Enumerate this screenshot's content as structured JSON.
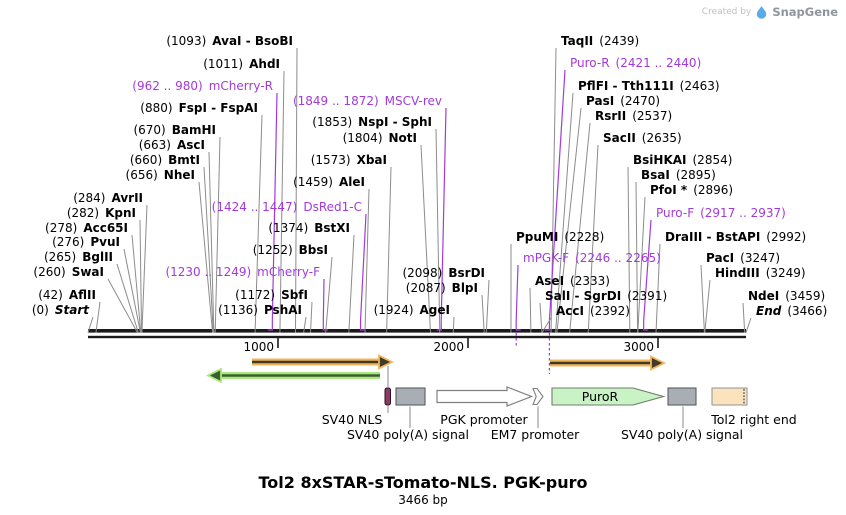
{
  "watermark": {
    "created_by": "Created by",
    "brand": "SnapGene"
  },
  "map": {
    "title": "Tol2 8xSTAR-sTomato-NLS. PGK-puro",
    "length_label": "3466 bp",
    "length_bp": 3466
  },
  "axis": {
    "ticks": [
      "1000",
      "2000",
      "3000"
    ]
  },
  "colors": {
    "primer_purple": "#a23ad8",
    "leader_gray": "#8c8c8c",
    "axis_black": "#1b1b1b",
    "orf_orange": "#f1b65c",
    "orf_green": "#aae77f",
    "puror_green": "#c9f3c5",
    "polya_gray": "#a9adb4",
    "tol2_tan": "#fce3bd",
    "nls_maroon": "#8c3c63"
  },
  "sites": [
    {
      "pos": "(1093)",
      "name": "AvaI - BsoBI",
      "bp": 1093,
      "kind": "enzyme",
      "side": "L"
    },
    {
      "pos": "(1011)",
      "name": "AhdI",
      "bp": 1011,
      "kind": "enzyme",
      "side": "L"
    },
    {
      "pos": "(962 .. 980)",
      "name": "mCherry-R",
      "start": 962,
      "end": 980,
      "kind": "primer",
      "side": "L"
    },
    {
      "pos": "(880)",
      "name": "FspI - FspAI",
      "bp": 880,
      "kind": "enzyme",
      "side": "L"
    },
    {
      "pos": "(670)",
      "name": "BamHI",
      "bp": 670,
      "kind": "enzyme",
      "side": "L"
    },
    {
      "pos": "(663)",
      "name": "AscI",
      "bp": 663,
      "kind": "enzyme",
      "side": "L"
    },
    {
      "pos": "(660)",
      "name": "BmtI",
      "bp": 660,
      "kind": "enzyme",
      "side": "L"
    },
    {
      "pos": "(656)",
      "name": "NheI",
      "bp": 656,
      "kind": "enzyme",
      "side": "L"
    },
    {
      "pos": "(284)",
      "name": "AvrII",
      "bp": 284,
      "kind": "enzyme",
      "side": "L"
    },
    {
      "pos": "(282)",
      "name": "KpnI",
      "bp": 282,
      "kind": "enzyme",
      "side": "L"
    },
    {
      "pos": "(278)",
      "name": "Acc65I",
      "bp": 278,
      "kind": "enzyme",
      "side": "L"
    },
    {
      "pos": "(276)",
      "name": "PvuI",
      "bp": 276,
      "kind": "enzyme",
      "side": "L"
    },
    {
      "pos": "(265)",
      "name": "BglII",
      "bp": 265,
      "kind": "enzyme",
      "side": "L"
    },
    {
      "pos": "(260)",
      "name": "SwaI",
      "bp": 260,
      "kind": "enzyme",
      "side": "L"
    },
    {
      "pos": "(42)",
      "name": "AflII",
      "bp": 42,
      "kind": "enzyme",
      "side": "L"
    },
    {
      "pos": "(0)",
      "name": "Start",
      "bp": 0,
      "kind": "terminus",
      "side": "L"
    },
    {
      "pos": "(1849 .. 1872)",
      "name": "MSCV-rev",
      "start": 1849,
      "end": 1872,
      "kind": "primer",
      "side": "L"
    },
    {
      "pos": "(1853)",
      "name": "NspI - SphI",
      "bp": 1853,
      "kind": "enzyme",
      "side": "L"
    },
    {
      "pos": "(1804)",
      "name": "NotI",
      "bp": 1804,
      "kind": "enzyme",
      "side": "L"
    },
    {
      "pos": "(1573)",
      "name": "XbaI",
      "bp": 1573,
      "kind": "enzyme",
      "side": "L"
    },
    {
      "pos": "(1459)",
      "name": "AleI",
      "bp": 1459,
      "kind": "enzyme",
      "side": "L"
    },
    {
      "pos": "(1424 .. 1447)",
      "name": "DsRed1-C",
      "start": 1424,
      "end": 1447,
      "kind": "primer",
      "side": "L"
    },
    {
      "pos": "(1374)",
      "name": "BstXI",
      "bp": 1374,
      "kind": "enzyme",
      "side": "L"
    },
    {
      "pos": "(1252)",
      "name": "BbsI",
      "bp": 1252,
      "kind": "enzyme",
      "side": "L"
    },
    {
      "pos": "(1230 .. 1249)",
      "name": "mCherry-F",
      "start": 1230,
      "end": 1249,
      "kind": "primer",
      "side": "L"
    },
    {
      "pos": "(1172)",
      "name": "SbfI",
      "bp": 1172,
      "kind": "enzyme",
      "side": "L"
    },
    {
      "pos": "(1136)",
      "name": "PshAI",
      "bp": 1136,
      "kind": "enzyme",
      "side": "L"
    },
    {
      "pos": "(2098)",
      "name": "BsrDI",
      "bp": 2098,
      "kind": "enzyme",
      "side": "L"
    },
    {
      "pos": "(2087)",
      "name": "BlpI",
      "bp": 2087,
      "kind": "enzyme",
      "side": "L"
    },
    {
      "pos": "(1924)",
      "name": "AgeI",
      "bp": 1924,
      "kind": "enzyme",
      "side": "L"
    },
    {
      "name": "TaqII",
      "pos": "(2439)",
      "bp": 2439,
      "kind": "enzyme",
      "side": "R"
    },
    {
      "name": "Puro-R",
      "pos": "(2421 .. 2440)",
      "start": 2421,
      "end": 2440,
      "kind": "primer",
      "side": "R"
    },
    {
      "name": "PflFI - Tth111I",
      "pos": "(2463)",
      "bp": 2463,
      "kind": "enzyme",
      "side": "R"
    },
    {
      "name": "PasI",
      "pos": "(2470)",
      "bp": 2470,
      "kind": "enzyme",
      "side": "R"
    },
    {
      "name": "RsrII",
      "pos": "(2537)",
      "bp": 2537,
      "kind": "enzyme",
      "side": "R"
    },
    {
      "name": "SacII",
      "pos": "(2635)",
      "bp": 2635,
      "kind": "enzyme",
      "side": "R"
    },
    {
      "name": "BsiHKAI",
      "pos": "(2854)",
      "bp": 2854,
      "kind": "enzyme",
      "side": "R"
    },
    {
      "name": "BsaI",
      "pos": "(2895)",
      "bp": 2895,
      "kind": "enzyme",
      "side": "R"
    },
    {
      "name": "PfoI *",
      "pos": "(2896)",
      "bp": 2896,
      "kind": "enzyme",
      "side": "R"
    },
    {
      "name": "Puro-F",
      "pos": "(2917 .. 2937)",
      "start": 2917,
      "end": 2937,
      "kind": "primer",
      "side": "R"
    },
    {
      "name": "PpuMI",
      "pos": "(2228)",
      "bp": 2228,
      "kind": "enzyme",
      "side": "R"
    },
    {
      "name": "DraIII - BstAPI",
      "pos": "(2992)",
      "bp": 2992,
      "kind": "enzyme",
      "side": "R"
    },
    {
      "name": "mPGK-F",
      "pos": "(2246 .. 2265)",
      "start": 2246,
      "end": 2265,
      "kind": "primer",
      "side": "R"
    },
    {
      "name": "PacI",
      "pos": "(3247)",
      "bp": 3247,
      "kind": "enzyme",
      "side": "R"
    },
    {
      "name": "AseI",
      "pos": "(2333)",
      "bp": 2333,
      "kind": "enzyme",
      "side": "R"
    },
    {
      "name": "HindIII",
      "pos": "(3249)",
      "bp": 3249,
      "kind": "enzyme",
      "side": "R"
    },
    {
      "name": "SalI - SgrDI",
      "pos": "(2391)",
      "bp": 2391,
      "kind": "enzyme",
      "side": "R"
    },
    {
      "name": "AccI",
      "pos": "(2392)",
      "bp": 2392,
      "kind": "enzyme",
      "side": "R"
    },
    {
      "name": "NdeI",
      "pos": "(3459)",
      "bp": 3459,
      "kind": "enzyme",
      "side": "R"
    },
    {
      "name": "End",
      "pos": "(3466)",
      "bp": 3466,
      "kind": "terminus",
      "side": "R"
    }
  ],
  "features": [
    {
      "label": "SV40 NLS"
    },
    {
      "label": "SV40 poly(A) signal"
    },
    {
      "label": "PGK promoter"
    },
    {
      "label": "EM7 promoter"
    },
    {
      "label": "PuroR"
    },
    {
      "label": "SV40 poly(A) signal"
    },
    {
      "label": "Tol2 right end"
    }
  ],
  "orf_arrows": [
    {
      "direction": "right",
      "color": "orange"
    },
    {
      "direction": "left",
      "color": "green"
    },
    {
      "direction": "right",
      "color": "orange"
    }
  ]
}
